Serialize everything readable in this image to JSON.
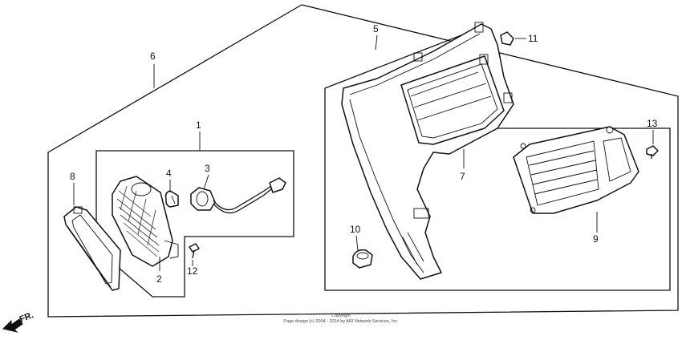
{
  "callouts": [
    {
      "id": "1",
      "label": "1"
    },
    {
      "id": "2",
      "label": "2"
    },
    {
      "id": "3",
      "label": "3"
    },
    {
      "id": "4",
      "label": "4"
    },
    {
      "id": "5",
      "label": "5"
    },
    {
      "id": "6",
      "label": "6"
    },
    {
      "id": "7",
      "label": "7"
    },
    {
      "id": "8",
      "label": "8"
    },
    {
      "id": "9",
      "label": "9"
    },
    {
      "id": "10",
      "label": "10"
    },
    {
      "id": "11",
      "label": "11"
    },
    {
      "id": "12",
      "label": "12"
    },
    {
      "id": "13",
      "label": "13"
    }
  ],
  "direction_label": "FR.",
  "footer": {
    "copyright_title": "Copyright",
    "copyright_text": "Page design (c) 2004 - 2014 by ARI Network Services, Inc."
  }
}
